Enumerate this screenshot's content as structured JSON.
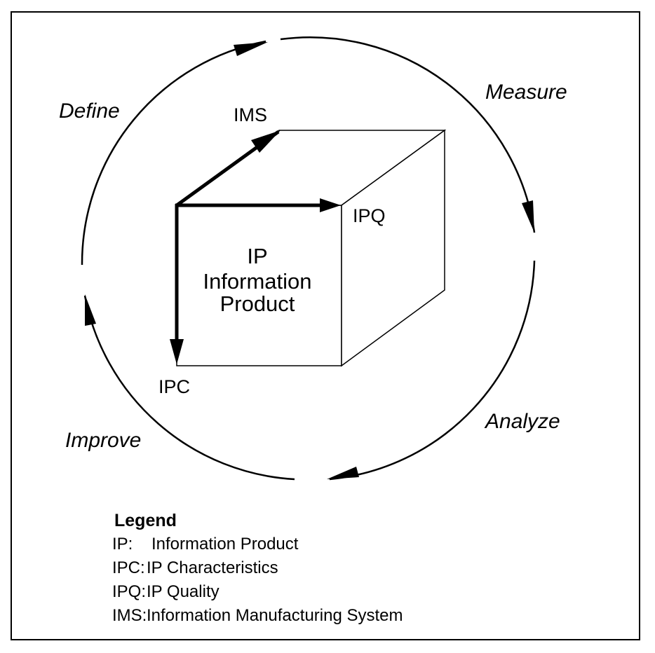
{
  "cycle": {
    "define": "Define",
    "measure": "Measure",
    "analyze": "Analyze",
    "improve": "Improve"
  },
  "cube": {
    "ims": "IMS",
    "ipq": "IPQ",
    "ipc": "IPC",
    "center_line1": "IP",
    "center_line2": "Information",
    "center_line3": "Product"
  },
  "legend": {
    "title": "Legend",
    "items": [
      {
        "key": "IP:",
        "value": "Information Product"
      },
      {
        "key": "IPC:",
        "value": "IP Characteristics"
      },
      {
        "key": "IPQ:",
        "value": "IP Quality"
      },
      {
        "key": "IMS:",
        "value": "Information Manufacturing System"
      }
    ]
  }
}
